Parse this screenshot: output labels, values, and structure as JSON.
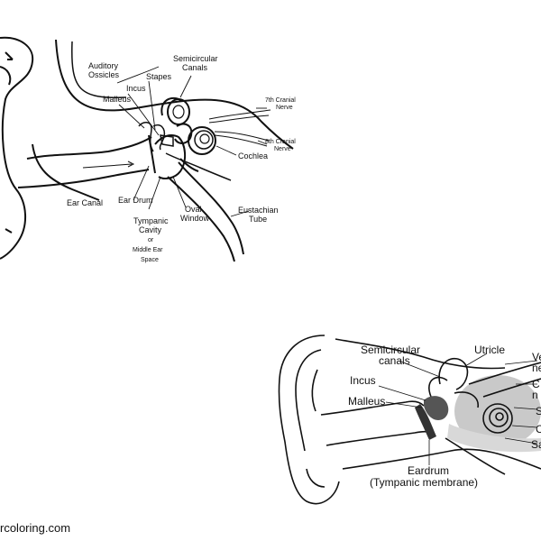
{
  "diagram1": {
    "labels": {
      "auditory_ossicles_1": "Auditory",
      "auditory_ossicles_2": "Ossicles",
      "semicircular_1": "Semicircular",
      "semicircular_2": "Canals",
      "stapes": "Stapes",
      "incus": "Incus",
      "malleus": "Malleus",
      "nerve7_1": "7th Cranial",
      "nerve7_2": "Nerve",
      "nerve8_1": "8th Cranial",
      "nerve8_2": "Nerve",
      "cochlea": "Cochlea",
      "ear_canal": "Ear Canal",
      "ear_drum": "Ear Drum",
      "oval_1": "Oval",
      "oval_2": "Window",
      "eustachian_1": "Eustachian",
      "eustachian_2": "Tube",
      "tympanic_1": "Tympanic",
      "tympanic_2": "Cavity",
      "tympanic_3": "or",
      "tympanic_4": "Middle Ear",
      "tympanic_5": "Space"
    }
  },
  "diagram2": {
    "labels": {
      "semicircular_1": "Semicircular",
      "semicircular_2": "canals",
      "utricle": "Utricle",
      "incus": "Incus",
      "malleus": "Malleus",
      "eardrum_1": "Eardrum",
      "eardrum_2": "(Tympanic membrane)",
      "cut_1": "Ve",
      "cut_2": "ne",
      "cut_3": "C",
      "cut_4": "n",
      "cut_5": "S",
      "cut_6": "C",
      "cut_7": "Sa"
    }
  },
  "watermark": "rcoloring.com"
}
